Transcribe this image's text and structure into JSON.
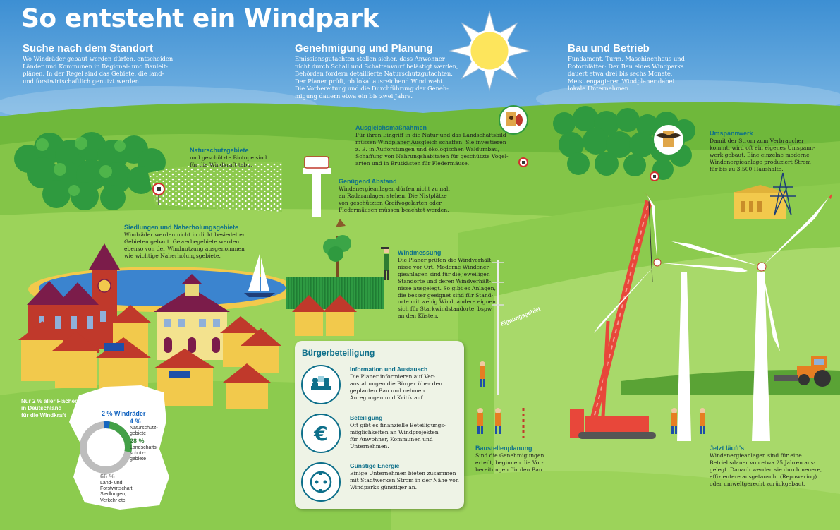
{
  "title": "So entsteht ein Windpark",
  "sections": {
    "standort": {
      "heading": "Suche nach dem Standort",
      "lines": [
        "Wo Windräder gebaut werden dürfen, entscheiden",
        "Länder und Kommunen in Regional- und Bauleit-",
        "plänen. In der Regel sind das Gebiete, die land-",
        "und forstwirtschaftlich genutzt werden."
      ]
    },
    "planung": {
      "heading": "Genehmigung und Planung",
      "lines": [
        "Emissionsgutachten stellen sicher, dass Anwohner",
        "nicht durch Schall und Schattenwurf belästigt werden,",
        "Behörden fordern detaillierte Naturschutzgutachten.",
        "Der Planer prüft, ob lokal ausreichend Wind weht.",
        "Die Vorbereitung und die Durchführung der Geneh-",
        "migung dauern etwa ein bis zwei Jahre."
      ]
    },
    "bau": {
      "heading": "Bau und Betrieb",
      "lines": [
        "Fundament, Turm, Maschinenhaus und",
        "Rotorblätter: Der Bau eines Windparks",
        "dauert etwa drei bis sechs Monate.",
        "Meist engagieren Windplaner dabei",
        "lokale Unternehmen."
      ]
    }
  },
  "annotations": {
    "naturschutz": {
      "heading": "Naturschutzgebiete",
      "lines": [
        "und geschützte Biotope sind",
        "für die Windkraft tabu."
      ]
    },
    "siedlungen": {
      "heading": "Siedlungen und Naherholungsgebiete",
      "lines": [
        "Windräder werden nicht in dicht besiedelten",
        "Gebieten gebaut. Gewerbegebiete werden",
        "ebenso von der Windnutzung ausgenommen",
        "wie wichtige Naherholungsgebiete."
      ]
    },
    "ausgleich": {
      "heading": "Ausgleichsmaßnahmen",
      "lines": [
        "Für ihren Eingriff in die Natur und das Landschaftsbild",
        "müssen Windplaner Ausgleich schaffen: Sie investieren",
        "z. B. in Aufforstungen und ökologischen Waldumbau,",
        "Schaffung von Nahrungshabitaten für geschützte Vogel-",
        "arten und in Brutkästen für Fledermäuse."
      ]
    },
    "abstand": {
      "heading": "Genügend Abstand",
      "lines": [
        "Windenergieanlagen dürfen nicht zu nah",
        "an Radaranlagen stehen. Die Nistplätze",
        "von geschützten Greifvogelarten oder",
        "Fledermäusen müssen beachtet werden."
      ]
    },
    "windmessung": {
      "heading": "Windmessung",
      "lines": [
        "Die Planer prüfen die Windverhält-",
        "nisse vor Ort. Moderne Windener-",
        "gieanlagen sind für die jeweiligen",
        "Standorte und deren Windverhält-",
        "nisse ausgelegt. So gibt es Anlagen,",
        "die besser geeignet sind für Stand-",
        "orte mit wenig Wind, andere eignen",
        "sich für Starkwindstandorte, bspw.",
        "an den Küsten."
      ]
    },
    "umspannwerk": {
      "heading": "Umspannwerk",
      "lines": [
        "Damit der Strom zum Verbraucher",
        "kommt, wird oft ein eigenes Umspann-",
        "werk gebaut. Eine einzelne moderne",
        "Windenergieanlage produziert Strom",
        "für bis zu 3.500 Haushalte."
      ]
    },
    "baustelle": {
      "heading": "Baustellenplanung",
      "lines": [
        "Sind die Genehmigungen",
        "erteilt, beginnen die Vor-",
        "bereitungen für den Bau."
      ]
    },
    "jetzt": {
      "heading": "Jetzt läuft's",
      "lines": [
        "Windenergieanlagen sind für eine",
        "Betriebsdauer von etwa 25 Jahren aus-",
        "gelegt. Danach werden sie durch neuere,",
        "effizientere ausgetauscht (Repowering)",
        "oder umweltgerecht zurückgebaut."
      ]
    }
  },
  "eignungsgebiet": "Eignungsgebiet",
  "panel": {
    "title": "Bürgerbeteiligung",
    "items": [
      {
        "heading": "Information und Austausch",
        "lines": [
          "Die Planer informieren auf Ver-",
          "anstaltungen die Bürger über den",
          "geplanten Bau und nehmen",
          "Anregungen und Kritik auf."
        ],
        "icon": "meeting-icon"
      },
      {
        "heading": "Beteiligung",
        "lines": [
          "Oft gibt es finanzielle Beteiligungs-",
          "möglichkeiten an Windprojekten",
          "für Anwohner, Kommunen und",
          "Unternehmen."
        ],
        "icon": "euro-icon"
      },
      {
        "heading": "Günstige Energie",
        "lines": [
          "Einige Unternehmen bieten zusammen",
          "mit Stadtwerken Strom in der Nähe von",
          "Windparks günstiger an."
        ],
        "icon": "power-socket-icon"
      }
    ]
  },
  "germany": {
    "intro": [
      "Nur 2 % aller Flächen",
      "in Deutschland",
      "für die Windkraft"
    ],
    "wind_label": "2 % Windräder",
    "segments": [
      {
        "pct": "4 %",
        "lines": [
          "Naturschutz-",
          "gebiete"
        ],
        "color": "#1565c0"
      },
      {
        "pct": "28 %",
        "lines": [
          "Landschafts-",
          "schutz-",
          "gebiete"
        ],
        "color": "#43a047"
      },
      {
        "pct": "66 %",
        "lines": [
          "Land- und",
          "Forstwirtschaft,",
          "Siedlungen,",
          "Verkehr etc."
        ],
        "color": "#bdbdbd"
      }
    ]
  },
  "colors": {
    "teal": "#0d6f8a",
    "grass": "#7cc042",
    "sky": "#5aa8dd",
    "crane": "#e8473a"
  }
}
